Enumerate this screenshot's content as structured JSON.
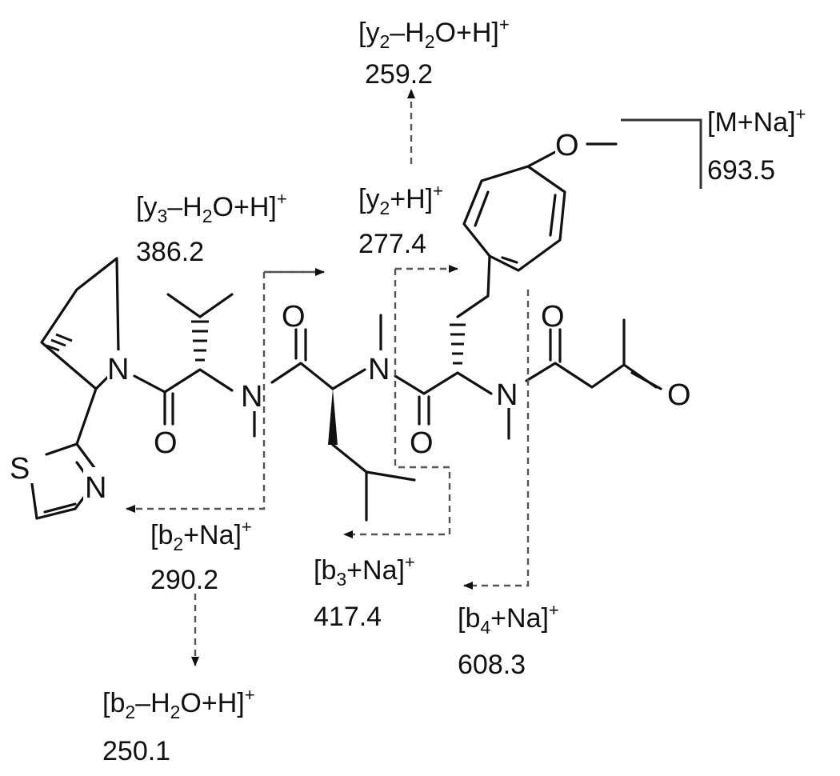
{
  "atoms": {
    "N": "N",
    "O": "O",
    "S": "S"
  },
  "fragments": {
    "y2_h2o": {
      "pre": "[y",
      "sub": "2",
      "mid": "–H",
      "sub2": "2",
      "post": "O+H]",
      "sup": "+",
      "value": "259.2"
    },
    "y2": {
      "pre": "[y",
      "sub": "2",
      "post": "+H]",
      "sup": "+",
      "value": "277.4"
    },
    "y3_h2o": {
      "pre": "[y",
      "sub": "3",
      "mid": "–H",
      "sub2": "2",
      "post": "O+H]",
      "sup": "+",
      "value": "386.2"
    },
    "mna": {
      "pre": "[M+Na]",
      "sup": "+",
      "value": "693.5"
    },
    "b2": {
      "pre": "[b",
      "sub": "2",
      "post": "+Na]",
      "sup": "+",
      "value": "290.2"
    },
    "b2_h2o": {
      "pre": "[b",
      "sub": "2",
      "mid": "–H",
      "sub2": "2",
      "post": "O+H]",
      "sup": "+",
      "value": "250.1"
    },
    "b3": {
      "pre": "[b",
      "sub": "3",
      "post": "+Na]",
      "sup": "+",
      "value": "417.4"
    },
    "b4": {
      "pre": "[b",
      "sub": "4",
      "post": "+Na]",
      "sup": "+",
      "value": "608.3"
    }
  }
}
